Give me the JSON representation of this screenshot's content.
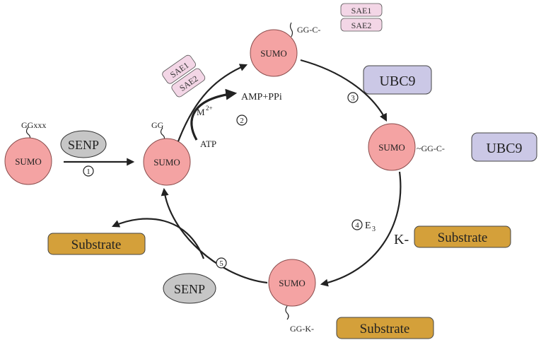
{
  "labels": {
    "sumo": "SUMO",
    "senp": "SENP",
    "ggxxx": "GGxxx",
    "gg": "GG",
    "sae1": "SAE1",
    "sae2": "SAE2",
    "amp_ppi": "AMP+PPi",
    "m_ion": "M",
    "m_charge": "2+",
    "atp": "ATP",
    "gg_c_top": "GG-C-",
    "ubc9": "UBC9",
    "gg_c_right": "~GG-C-",
    "e3": "E",
    "e3_sub": "3",
    "k_dash": "K-",
    "substrate": "Substrate",
    "gg_k": "GG-K-"
  },
  "steps": [
    "1",
    "2",
    "3",
    "4",
    "5"
  ],
  "colors": {
    "sumo_fill": "#f4a3a3",
    "senp_fill": "#c6c6c6",
    "sae_fill": "#f3d6e6",
    "ubc9_fill": "#cbc8e6",
    "substrate_fill": "#d4a03a"
  }
}
